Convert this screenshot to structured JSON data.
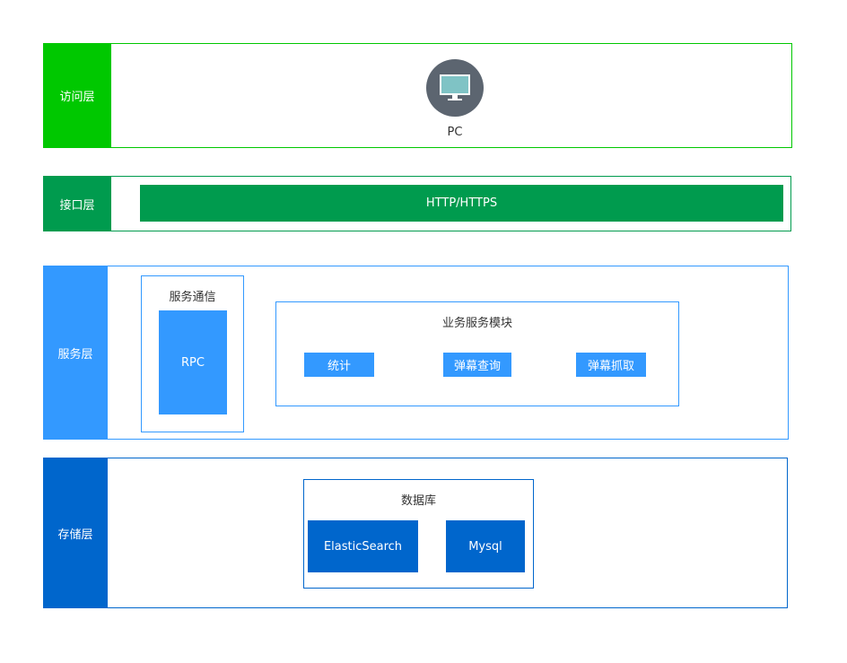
{
  "layers": {
    "access": {
      "label": "访问层",
      "client": {
        "icon": "monitor-icon",
        "label": "PC"
      }
    },
    "interface": {
      "label": "接口层",
      "protocol": "HTTP/HTTPS"
    },
    "service": {
      "label": "服务层",
      "communication": {
        "title": "服务通信",
        "rpc": "RPC"
      },
      "business": {
        "title": "业务服务模块",
        "modules": [
          "统计",
          "弹幕查询",
          "弹幕抓取"
        ]
      }
    },
    "storage": {
      "label": "存储层",
      "database": {
        "title": "数据库",
        "engines": [
          "ElasticSearch",
          "Mysql"
        ]
      }
    }
  },
  "colors": {
    "access": "#00c800",
    "interface": "#009b4e",
    "service": "#3399ff",
    "storage": "#0066cc",
    "icon_bg": "#5c6570",
    "icon_screen": "#7fc3c5"
  }
}
